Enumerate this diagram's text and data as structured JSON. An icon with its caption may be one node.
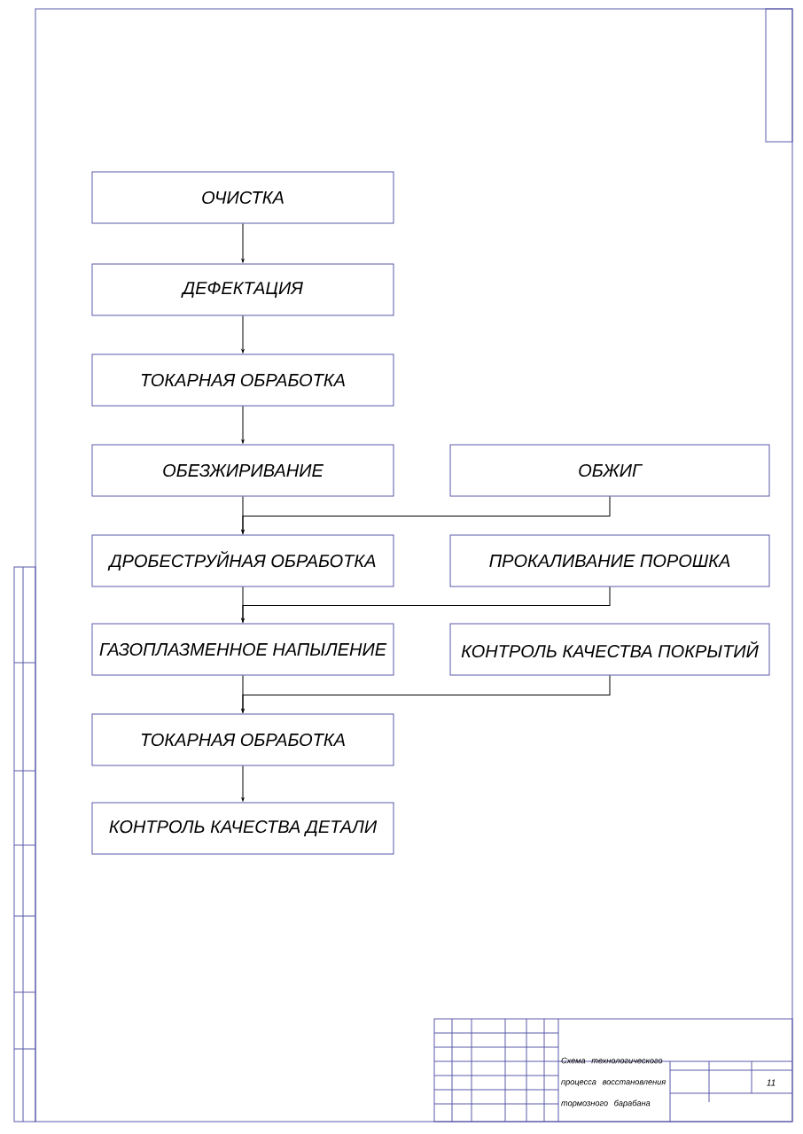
{
  "diagram": {
    "nodes": [
      {
        "text": [
          "ОЧИСТКА"
        ]
      },
      {
        "text": [
          "ДЕФЕКТАЦИЯ"
        ]
      },
      {
        "text": [
          "ТОКАРНАЯ ОБРАБОТКА"
        ]
      },
      {
        "text": [
          "ОБЕЗЖИРИВАНИЕ"
        ]
      },
      {
        "text": [
          "ОБЖИГ"
        ]
      },
      {
        "text": [
          "ДРОБЕСТРУЙНАЯ ОБРАБОТКА"
        ]
      },
      {
        "text": [
          "ПРОКАЛИВАНИЕ ПОРОШКА"
        ]
      },
      {
        "text": [
          "ГАЗОПЛАЗМЕННОЕ НАПЫЛЕНИЕ"
        ]
      },
      {
        "text": [
          "КОНТРОЛЬ КАЧЕСТВА ПОКРЫТИЙ"
        ]
      },
      {
        "text": [
          "ТОКАРНАЯ ОБРАБОТКА"
        ]
      },
      {
        "text": [
          "КОНТРОЛЬ КАЧЕСТВА ДЕТАЛИ"
        ]
      }
    ],
    "edges": [
      {
        "from": 0,
        "to": 1,
        "arrow": "to"
      },
      {
        "from": 1,
        "to": 2,
        "arrow": "to"
      },
      {
        "from": 2,
        "to": 3,
        "arrow": "to"
      },
      {
        "from": 3,
        "to": 5,
        "arrow": "to"
      },
      {
        "from": 4,
        "to": 5,
        "arrow": "to"
      },
      {
        "from": 5,
        "to": 7,
        "arrow": "to"
      },
      {
        "from": 6,
        "to": 7,
        "arrow": "to"
      },
      {
        "from": 7,
        "to": 9,
        "arrow": "to"
      },
      {
        "from": 8,
        "to": 9,
        "arrow": "to"
      },
      {
        "from": 9,
        "to": 10,
        "arrow": "to"
      }
    ],
    "labels": [
      "Схема технологического процесса восстановления тормозного барабана",
      "11"
    ]
  }
}
